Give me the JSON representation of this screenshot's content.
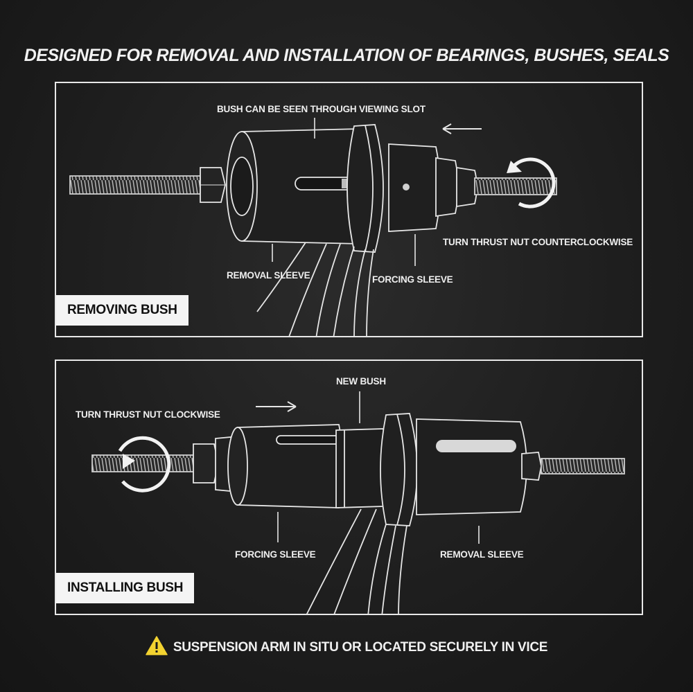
{
  "title": "DESIGNED FOR REMOVAL AND INSTALLATION OF BEARINGS, BUSHES, SEALS",
  "removing": {
    "tag": "REMOVING BUSH",
    "label_viewing_slot": "BUSH CAN BE SEEN THROUGH VIEWING SLOT",
    "label_turn": "TURN THRUST NUT COUNTERCLOCKWISE",
    "label_removal_sleeve": "REMOVAL SLEEVE",
    "label_forcing_sleeve": "FORCING SLEEVE"
  },
  "installing": {
    "tag": "INSTALLING BUSH",
    "label_new_bush": "NEW BUSH",
    "label_turn": "TURN THRUST NUT CLOCKWISE",
    "label_forcing_sleeve": "FORCING SLEEVE",
    "label_removal_sleeve": "REMOVAL SLEEVE"
  },
  "warning": {
    "text": "SUSPENSION ARM IN SITU OR LOCATED SECURELY IN VICE",
    "icon": "warning-triangle-icon",
    "icon_color": "#f2d230"
  },
  "colors": {
    "background": "#1d1d1d",
    "line": "#e8e8e8",
    "tag_bg": "#f4f4f4"
  }
}
